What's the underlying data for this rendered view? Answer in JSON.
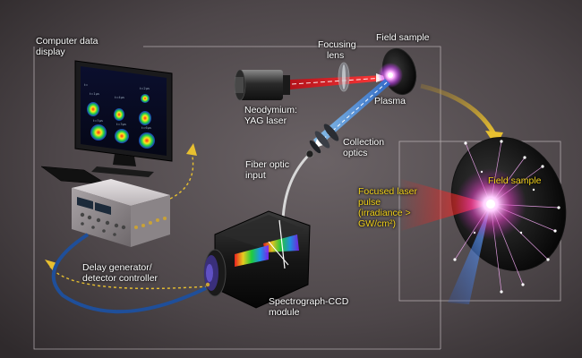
{
  "labels": {
    "computer_display": [
      "Computer data",
      "display"
    ],
    "focusing_lens": [
      "Focusing",
      "lens"
    ],
    "field_sample_top": "Field sample",
    "laser": [
      "Neodymium:",
      "YAG laser"
    ],
    "plasma": "Plasma",
    "collection_optics": [
      "Collection",
      "optics"
    ],
    "fiber_optic": [
      "Fiber optic",
      "input"
    ],
    "delay_generator": [
      "Delay generator/",
      "detector controller"
    ],
    "spectrograph": [
      "Spectrograph-CCD",
      "module"
    ],
    "field_sample_detail": "Field sample",
    "focused_pulse": [
      "Focused laser",
      "pulse",
      "(irradiance >",
      "GW/cm²)"
    ]
  },
  "screen_labels": [
    "t=",
    "t=1μs",
    "t=4μs",
    "t=2μs",
    "t=5μs",
    "t=3μs",
    "t=6μs"
  ],
  "colors": {
    "label_text": "#ffffff",
    "highlight_text": "#f2d21a",
    "laser_beam": "#e8221e",
    "collection_beam": "#3a8ee8",
    "fiber_cable": "#1f4f9a",
    "background": "#4a4548"
  }
}
